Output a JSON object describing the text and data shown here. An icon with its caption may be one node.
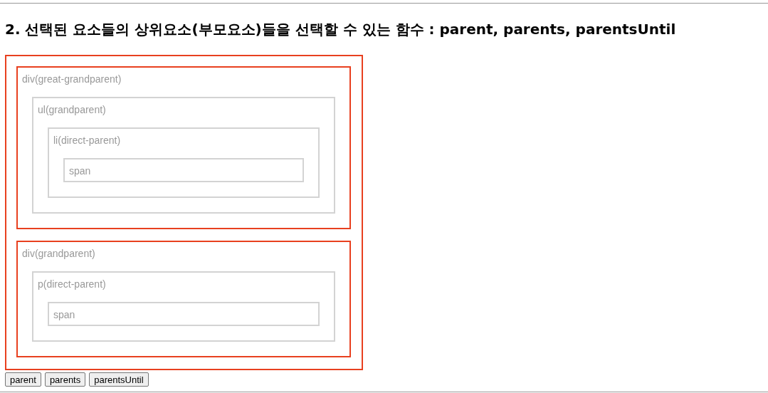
{
  "diagram": {
    "title": "2. 선택된 요소들의 상위요소(부모요소)들을 선택할 수 있는 함수 : parent, parents, parentsUntil",
    "nodes": [
      {
        "text": [],
        "shape": "box"
      },
      {
        "text": [
          "div(great-grandparent)"
        ],
        "in": 0
      },
      {
        "text": [
          "ul(grandparent)"
        ],
        "in": 1
      },
      {
        "text": [
          "li(direct-parent)"
        ],
        "in": 2
      },
      {
        "text": [
          "span"
        ],
        "in": 3
      },
      {
        "text": [
          "div(grandparent)"
        ],
        "in": 0
      },
      {
        "text": [
          "p(direct-parent)"
        ],
        "in": 5
      },
      {
        "text": [
          "span"
        ],
        "in": 6
      }
    ],
    "edges": [],
    "labels": [
      "parent",
      "parents",
      "parentsUntil"
    ]
  }
}
